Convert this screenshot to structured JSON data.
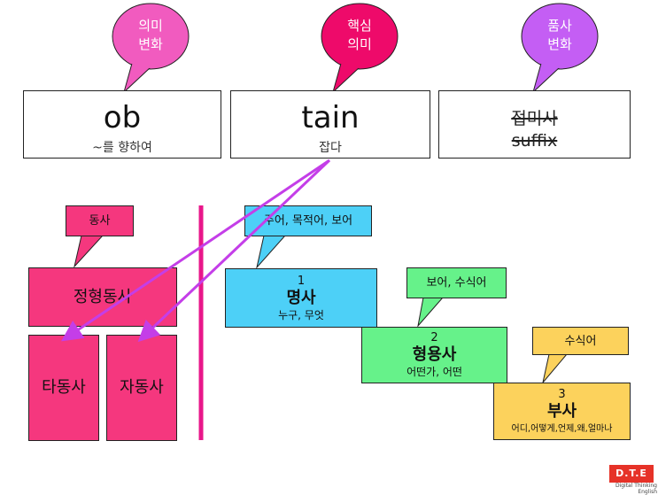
{
  "bubbles": [
    {
      "line1": "의미",
      "line2": "변화",
      "color": "#f15bbf"
    },
    {
      "line1": "핵심",
      "line2": "의미",
      "color": "#ee0a6a"
    },
    {
      "line1": "품사",
      "line2": "변화",
      "color": "#c45ef4"
    }
  ],
  "words": [
    {
      "main": "ob",
      "sub": "~를 향하여"
    },
    {
      "main": "tain",
      "sub": "잡다"
    },
    {
      "main": "접미사",
      "sub": "suffix"
    }
  ],
  "left": {
    "callout": "동사",
    "verb_type": "정형동사",
    "transitive": "타동사",
    "intransitive": "자동사"
  },
  "right": {
    "callout_noun": "주어, 목적어, 보어",
    "noun": {
      "num": "1",
      "title": "명사",
      "sub": "누구, 무엇"
    },
    "callout_adj": "보어, 수식어",
    "adj": {
      "num": "2",
      "title": "형용사",
      "sub": "어떤가, 어떤"
    },
    "callout_adv": "수식어",
    "adv": {
      "num": "3",
      "title": "부사",
      "sub": "어디,어떻게,언제,왜,얼마나"
    }
  },
  "logo": {
    "mark": "D.T.E",
    "text": "Digital Thinking English"
  },
  "colors": {
    "pink": "#f5377e",
    "blue": "#4dd0f7",
    "green": "#66f28a",
    "yellow": "#fcd25c",
    "divider": "#e8178a",
    "arrow": "#c43ee8"
  }
}
